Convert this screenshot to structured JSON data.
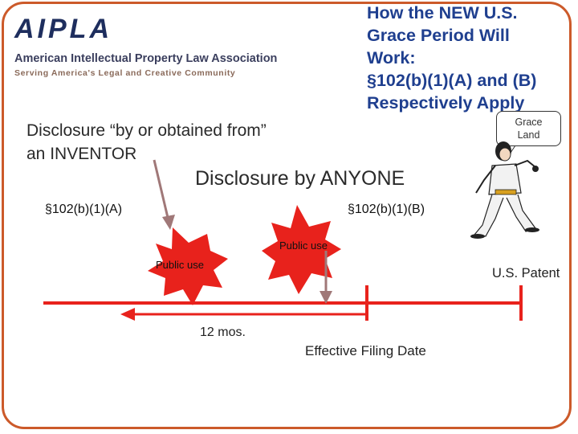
{
  "logo": {
    "wordmark": "AIPLA",
    "name": "American Intellectual Property Law Association",
    "tagline": "Serving America's Legal and Creative Community"
  },
  "title": {
    "lines": [
      "How the NEW U.S.",
      "Grace Period Will",
      "Work:",
      "§102(b)(1)(A) and (B)",
      "Respectively Apply"
    ]
  },
  "callout": {
    "line1": "Grace",
    "line2": "Land"
  },
  "labels": {
    "inventor_line1": "Disclosure “by or obtained from”",
    "inventor_line2": "an INVENTOR",
    "anyone": "Disclosure by ANYONE",
    "section_a": "§102(b)(1)(A)",
    "section_b": "§102(b)(1)(B)",
    "public_use_1": "Public use",
    "public_use_2": "Public use",
    "us_patent": "U.S. Patent",
    "twelve_months": "12 mos.",
    "effective_filing_date": "Effective Filing Date"
  },
  "colors": {
    "frame": "#cc5a2a",
    "title": "#1f3f8f",
    "timeline": "#e8221c",
    "starburst": "#e8221c",
    "pointer_arrow": "#a07878"
  },
  "icons": {
    "starburst": "starburst-icon",
    "pointer": "down-arrow-icon",
    "performer": "elvis-clipart-icon"
  }
}
